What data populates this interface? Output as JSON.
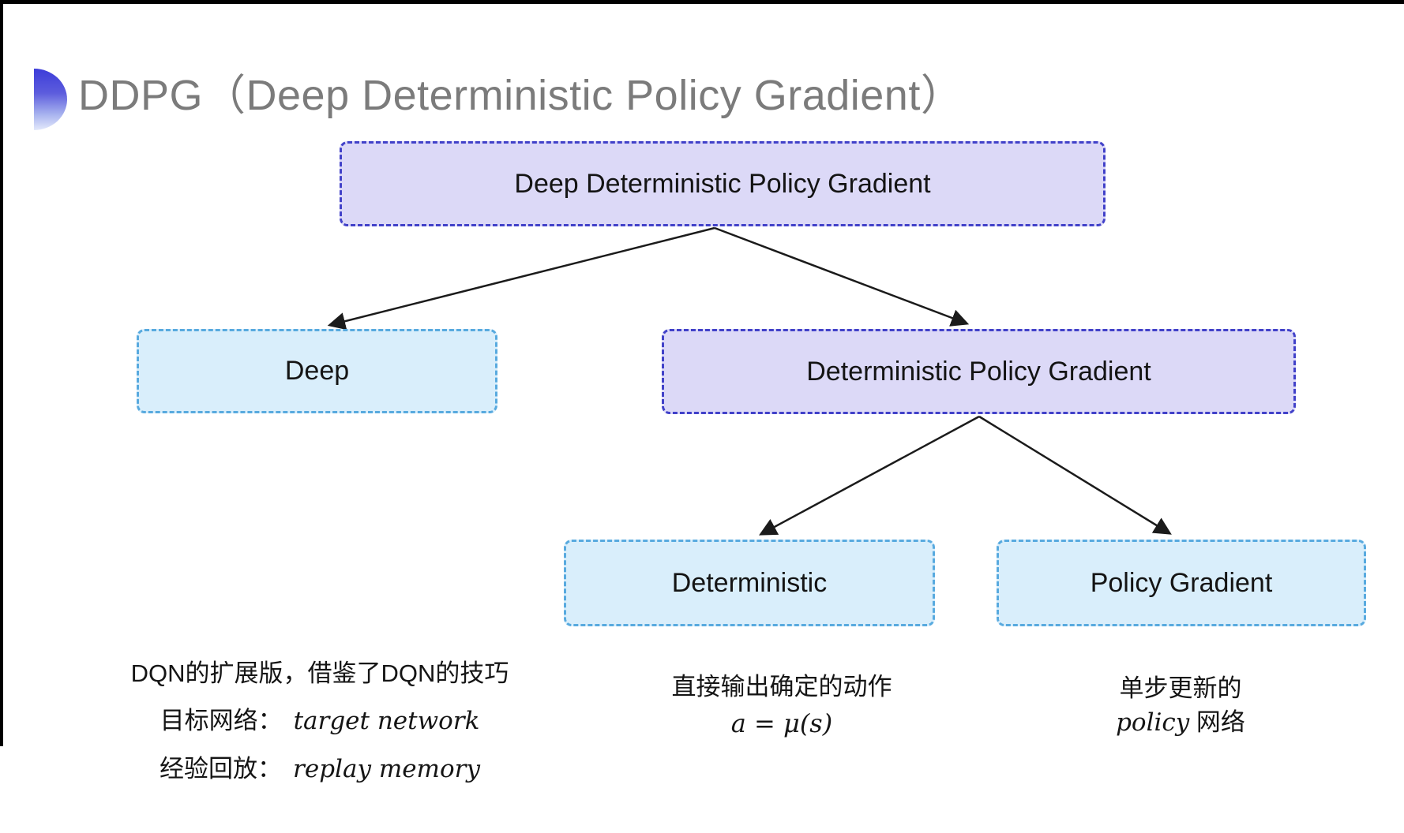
{
  "header": {
    "title": "DDPG（Deep Deterministic Policy Gradient）",
    "title_color": "#7b7b7b",
    "bullet_icon": "half-disc-gradient-bullet",
    "bullet_color_top": "#3c3cd9",
    "bullet_color_bottom": "#e4e9fb"
  },
  "diagram": {
    "colors": {
      "purple_fill": "#dcd9f7",
      "purple_border": "#4141c9",
      "blue_fill": "#d9eefb",
      "blue_border": "#58aadf",
      "arrow": "#1b1b1b"
    },
    "nodes": {
      "root": {
        "label": "Deep Deterministic Policy Gradient",
        "variant": "purple"
      },
      "deep": {
        "label": "Deep",
        "variant": "blue"
      },
      "dpg": {
        "label": "Deterministic Policy Gradient",
        "variant": "purple"
      },
      "deterministic": {
        "label": "Deterministic",
        "variant": "blue"
      },
      "policy_gradient": {
        "label": "Policy Gradient",
        "variant": "blue"
      }
    },
    "edges": [
      {
        "from": "root",
        "to": "deep"
      },
      {
        "from": "root",
        "to": "dpg"
      },
      {
        "from": "dpg",
        "to": "deterministic"
      },
      {
        "from": "dpg",
        "to": "policy_gradient"
      }
    ]
  },
  "annotations": {
    "deep": {
      "line1": "DQN的扩展版，借鉴了DQN的技巧",
      "line2_label": "目标网络：",
      "line2_value": "target network",
      "line3_label": "经验回放：",
      "line3_value": "replay memory"
    },
    "deterministic": {
      "line1": "直接输出确定的动作",
      "line2": "a = μ(s)"
    },
    "policy_gradient": {
      "line1": "单步更新的",
      "line2_italic": "policy",
      "line2_rest": " 网络"
    }
  }
}
